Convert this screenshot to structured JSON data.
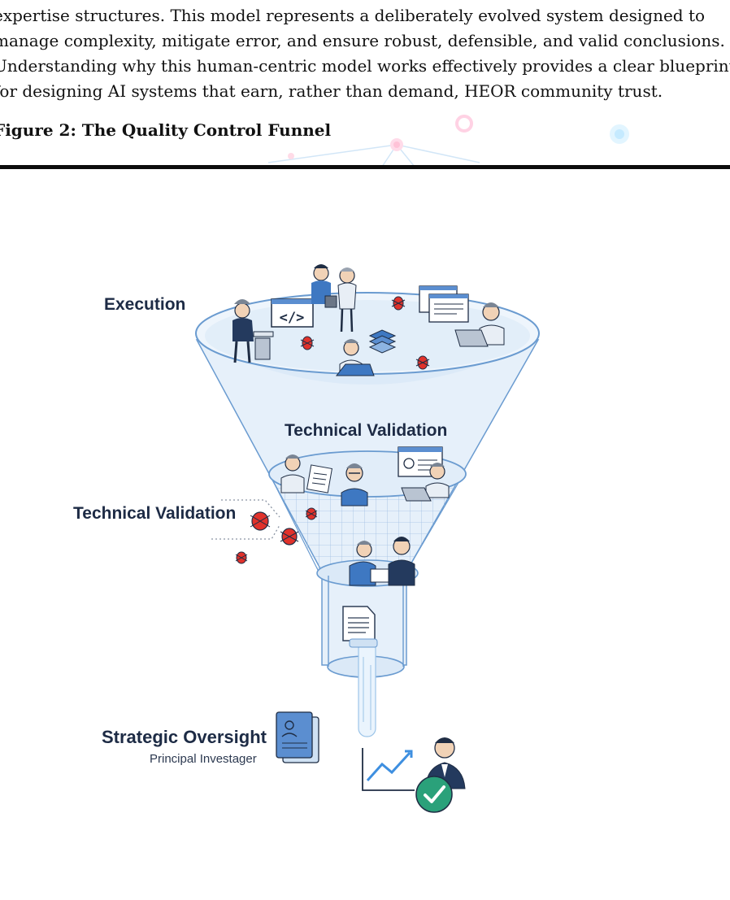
{
  "document": {
    "paragraph_lines": [
      "expertise structures. This model represents a deliberately evolved system designed to",
      "manage complexity, mitigate error, and ensure robust, defensible, and valid conclusions.",
      "Understanding why this human-centric model works effectively provides a clear blueprint",
      "for designing AI systems that earn, rather than demand, HEOR community trust."
    ],
    "figure_caption": "Figure 2: The Quality Control Funnel"
  },
  "figure": {
    "labels": {
      "execution": "Execution",
      "technical_validation_center": "Technical Validation",
      "technical_validation_left": "Technical Validation",
      "strategic_oversight": "Strategic Oversight",
      "principal_investigator": "Principal Investager"
    },
    "code_symbol": "</>",
    "colors": {
      "funnel_fill": "#e6f0fa",
      "funnel_stroke": "#6a9bd0",
      "person_navy": "#243a5e",
      "person_blue": "#3e78c2",
      "bug_red": "#e0322b",
      "check_green": "#2aa17a"
    }
  }
}
